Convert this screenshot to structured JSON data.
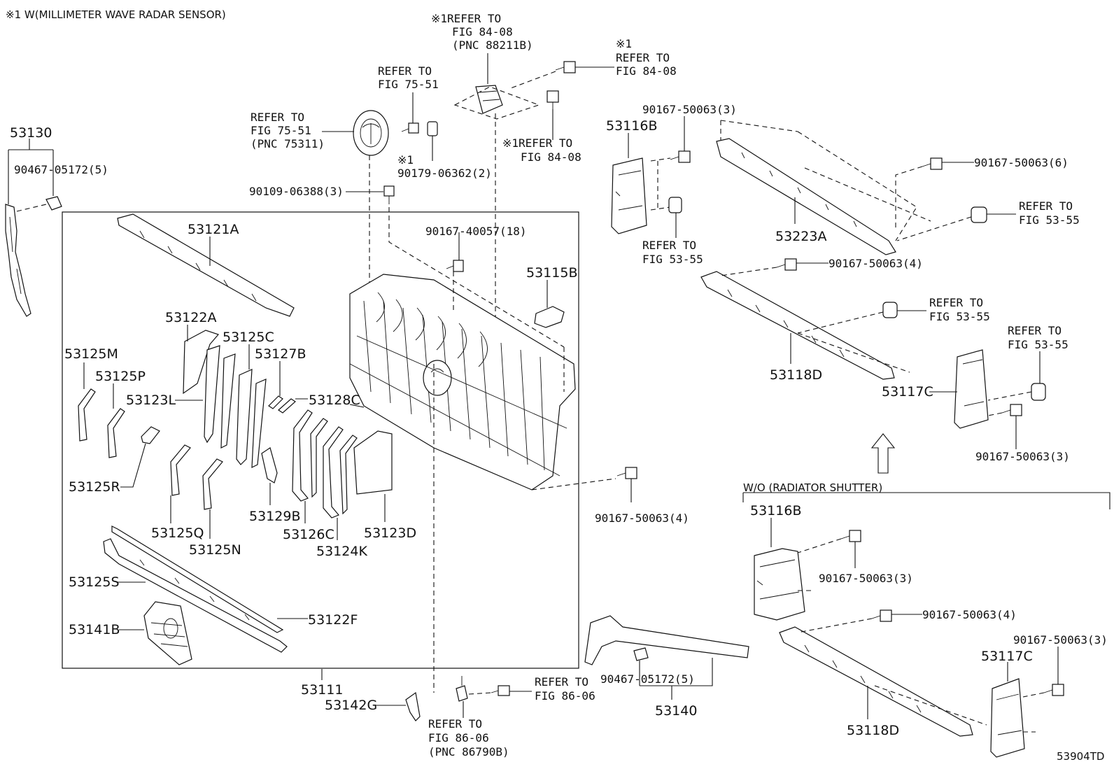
{
  "header_note": "※1 W(MILLIMETER WAVE RADAR SENSOR)",
  "wo_section_label": "W/O (RADIATOR SHUTTER)",
  "figure_code": "53904TD",
  "labels": {
    "p53130": "53130",
    "p90467_a": "90467-05172(5)",
    "ref_fig7551_pnc": [
      "REFER TO",
      "FIG 75-51",
      "(PNC 75311)"
    ],
    "ref_fig7551": [
      "REFER TO",
      "FIG 75-51"
    ],
    "ref_fig8408_pnc": [
      "※1REFER TO",
      "FIG 84-08",
      "(PNC 88211B)"
    ],
    "ref_fig8408_top": [
      "※1",
      "REFER TO",
      "FIG 84-08"
    ],
    "ref_fig8408_mid": [
      "※1REFER TO",
      "FIG 84-08"
    ],
    "p90179": [
      "※1",
      "90179-06362(2)"
    ],
    "p90109": "90109-06388(3)",
    "p90167_40057": "90167-40057(18)",
    "p53121A": "53121A",
    "p53115B": "53115B",
    "p53122A": "53122A",
    "p53125C": "53125C",
    "p53127B": "53127B",
    "p53125M": "53125M",
    "p53125P": "53125P",
    "p53123L": "53123L",
    "p53128C": "53128C",
    "p53125R": "53125R",
    "p53125Q": "53125Q",
    "p53125N": "53125N",
    "p53129B": "53129B",
    "p53126C": "53126C",
    "p53124K": "53124K",
    "p53123D": "53123D",
    "p53125S": "53125S",
    "p53122F": "53122F",
    "p53141B": "53141B",
    "p53111": "53111",
    "p53142G": "53142G",
    "ref_fig8606": [
      "REFER TO",
      "FIG 86-06"
    ],
    "ref_fig8606_pnc": [
      "REFER TO",
      "FIG 86-06",
      "(PNC 86790B)"
    ],
    "p90467_b": "90467-05172(5)",
    "p53140": "53140",
    "p90167_50063_4_mid": "90167-50063(4)",
    "p90167_50063_3_top": "90167-50063(3)",
    "p53116B_top": "53116B",
    "ref_fig5355_a": [
      "REFER TO",
      "FIG 53-55"
    ],
    "p90167_50063_6": "90167-50063(6)",
    "ref_fig5355_b": [
      "REFER TO",
      "FIG 53-55"
    ],
    "p53223A": "53223A",
    "p90167_50063_4_top": "90167-50063(4)",
    "ref_fig5355_c": [
      "REFER TO",
      "FIG 53-55"
    ],
    "p53118D_top": "53118D",
    "ref_fig5355_d": [
      "REFER TO",
      "FIG 53-55"
    ],
    "p53117C_top": "53117C",
    "p90167_50063_3_right": "90167-50063(3)",
    "p53116B_bot": "53116B",
    "p90167_50063_3_bot": "90167-50063(3)",
    "p90167_50063_4_bot": "90167-50063(4)",
    "p90167_50063_3_bot2": "90167-50063(3)",
    "p53117C_bot": "53117C",
    "p53118D_bot": "53118D"
  }
}
